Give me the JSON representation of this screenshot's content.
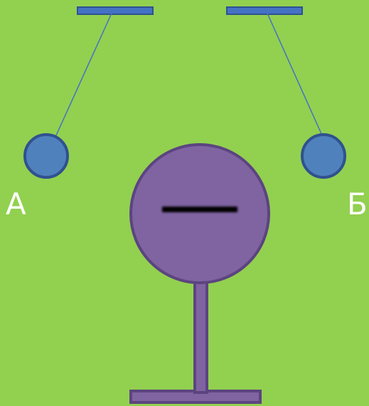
{
  "labels": {
    "left_ball": "А",
    "right_ball": "Б"
  },
  "colors": {
    "background": "#92D050",
    "holder_fill": "#4472C4",
    "holder_stroke": "#2F528F",
    "thread": "#4472C4",
    "ball_fill": "#4F81BD",
    "ball_stroke": "#2F528F",
    "sphere_fill": "#8064A2",
    "sphere_stroke": "#5C4480",
    "charge_sign": "#000000"
  },
  "charge_sign": "negative"
}
